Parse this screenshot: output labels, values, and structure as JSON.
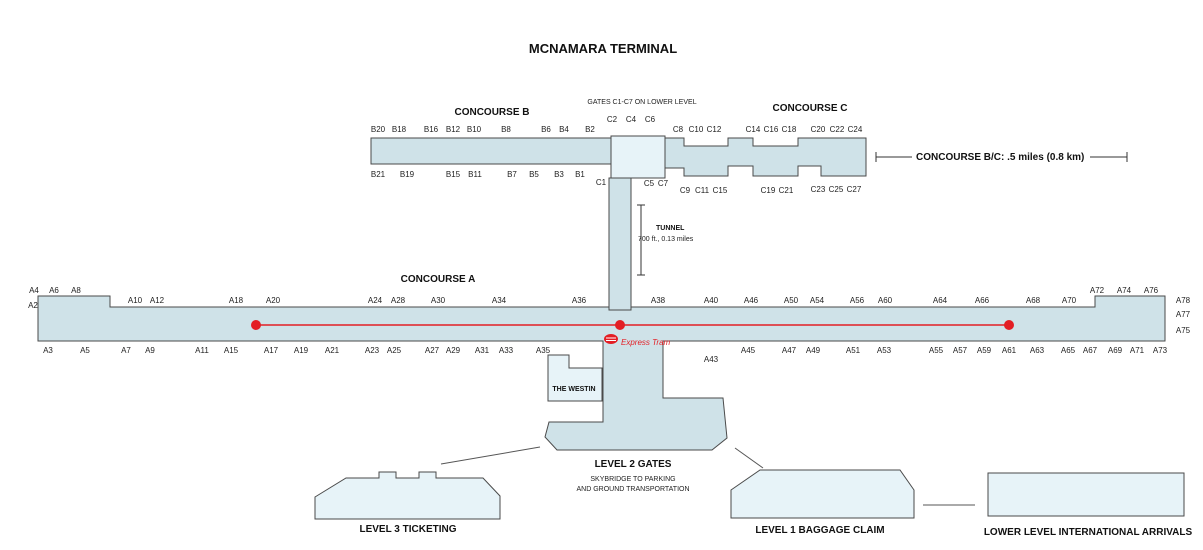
{
  "title": "MCNAMARA TERMINAL",
  "concourses": {
    "a": "CONCOURSE A",
    "b": "CONCOURSE B",
    "c": "CONCOURSE C",
    "bc_distance": "CONCOURSE B/C: .5 miles (0.8 km)"
  },
  "c_note": "GATES C1-C7 ON LOWER LEVEL",
  "tunnel": {
    "label": "TUNNEL",
    "length": "700 ft., 0.13 miles"
  },
  "tram": {
    "label": "Express Tram",
    "color": "#e31e24"
  },
  "westin": "THE WESTIN",
  "levels": {
    "l2": "LEVEL 2 GATES",
    "skybridge_1": "SKYBRIDGE TO PARKING",
    "skybridge_2": "AND GROUND TRANSPORTATION",
    "l3": "LEVEL 3 TICKETING",
    "l1": "LEVEL 1 BAGGAGE CLAIM",
    "intl": "LOWER LEVEL INTERNATIONAL ARRIVALS"
  },
  "gates": {
    "b_top": [
      "B20",
      "B18",
      "B16",
      "B12",
      "B10",
      "B8",
      "B6",
      "B4",
      "B2"
    ],
    "b_bottom": [
      "B21",
      "B19",
      "B15",
      "B11",
      "B7",
      "B5",
      "B3",
      "B1"
    ],
    "c_hub_top": [
      "C2",
      "C4",
      "C6"
    ],
    "c_hub_bottom": [
      "C1",
      "C5",
      "C7"
    ],
    "c_top": [
      "C8",
      "C10",
      "C12",
      "C14",
      "C16",
      "C18",
      "C20",
      "C22",
      "C24"
    ],
    "c_bottom": [
      "C9",
      "C11",
      "C15",
      "C19",
      "C21",
      "C23",
      "C25",
      "C27"
    ],
    "a_top": [
      "A4",
      "A6",
      "A8",
      "A2",
      "A10",
      "A12",
      "A18",
      "A20",
      "A24",
      "A28",
      "A30",
      "A34",
      "A36",
      "A38",
      "A40",
      "A46",
      "A50",
      "A54",
      "A56",
      "A60",
      "A64",
      "A66",
      "A68",
      "A70",
      "A72",
      "A74",
      "A76",
      "A78",
      "A77",
      "A75"
    ],
    "a_bottom": [
      "A3",
      "A5",
      "A7",
      "A9",
      "A11",
      "A15",
      "A17",
      "A19",
      "A21",
      "A23",
      "A25",
      "A27",
      "A29",
      "A31",
      "A33",
      "A35",
      "A43",
      "A45",
      "A47",
      "A49",
      "A51",
      "A53",
      "A55",
      "A57",
      "A59",
      "A61",
      "A63",
      "A65",
      "A67",
      "A69",
      "A71",
      "A73"
    ]
  },
  "colors": {
    "building": "#cfe2e8",
    "building_light": "#e7f3f8",
    "outline": "#4a4a4a",
    "tram": "#e31e24"
  }
}
